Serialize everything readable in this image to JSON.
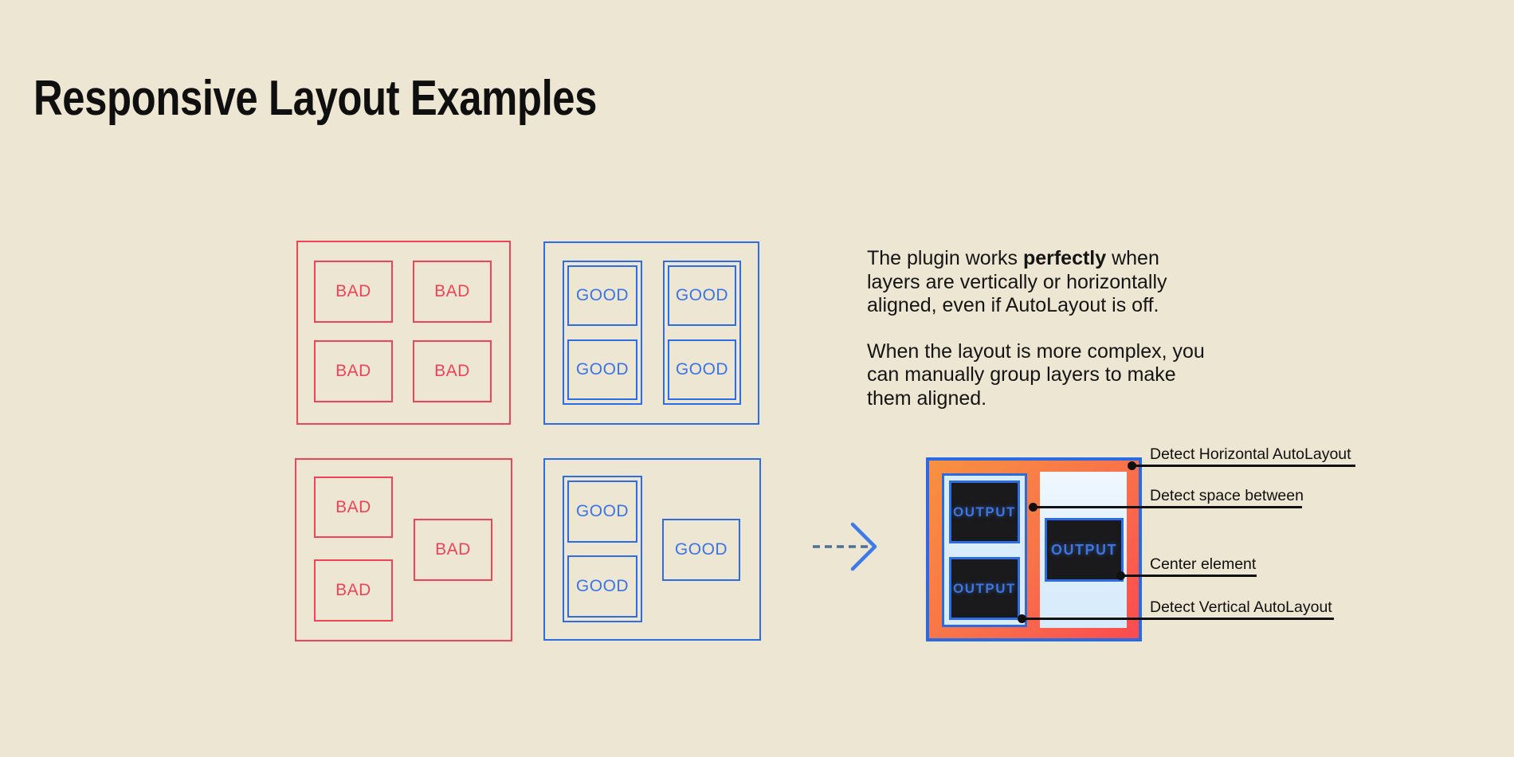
{
  "page": {
    "title": "Responsive Layout Examples",
    "background_color": "#EDE6D3"
  },
  "colors": {
    "bad_red": "#EF4358",
    "good_blue": "#2E6CE3",
    "good_text_blue": "#3B74E6",
    "gradient_orange": "#F79140",
    "gradient_red": "#FB4A4F",
    "group_light_blue": "#D9ECFC",
    "output_dark": "#1A1A1C",
    "annotation_black": "#101010"
  },
  "examples": {
    "bad_label": "BAD",
    "good_label": "GOOD"
  },
  "description": {
    "p1_before": "The plugin works ",
    "p1_bold": "perfectly",
    "p1_after": " when\nlayers are vertically or horizontally\naligned, even if AutoLayout is off.",
    "p2": "When the layout is more complex, you\ncan manually group layers to make\nthem aligned."
  },
  "result": {
    "output_label": "OUTPUT",
    "annotations": [
      {
        "label": "Detect Horizontal AutoLayout"
      },
      {
        "label": "Detect space between"
      },
      {
        "label": "Center element"
      },
      {
        "label": "Detect Vertical AutoLayout"
      }
    ]
  }
}
